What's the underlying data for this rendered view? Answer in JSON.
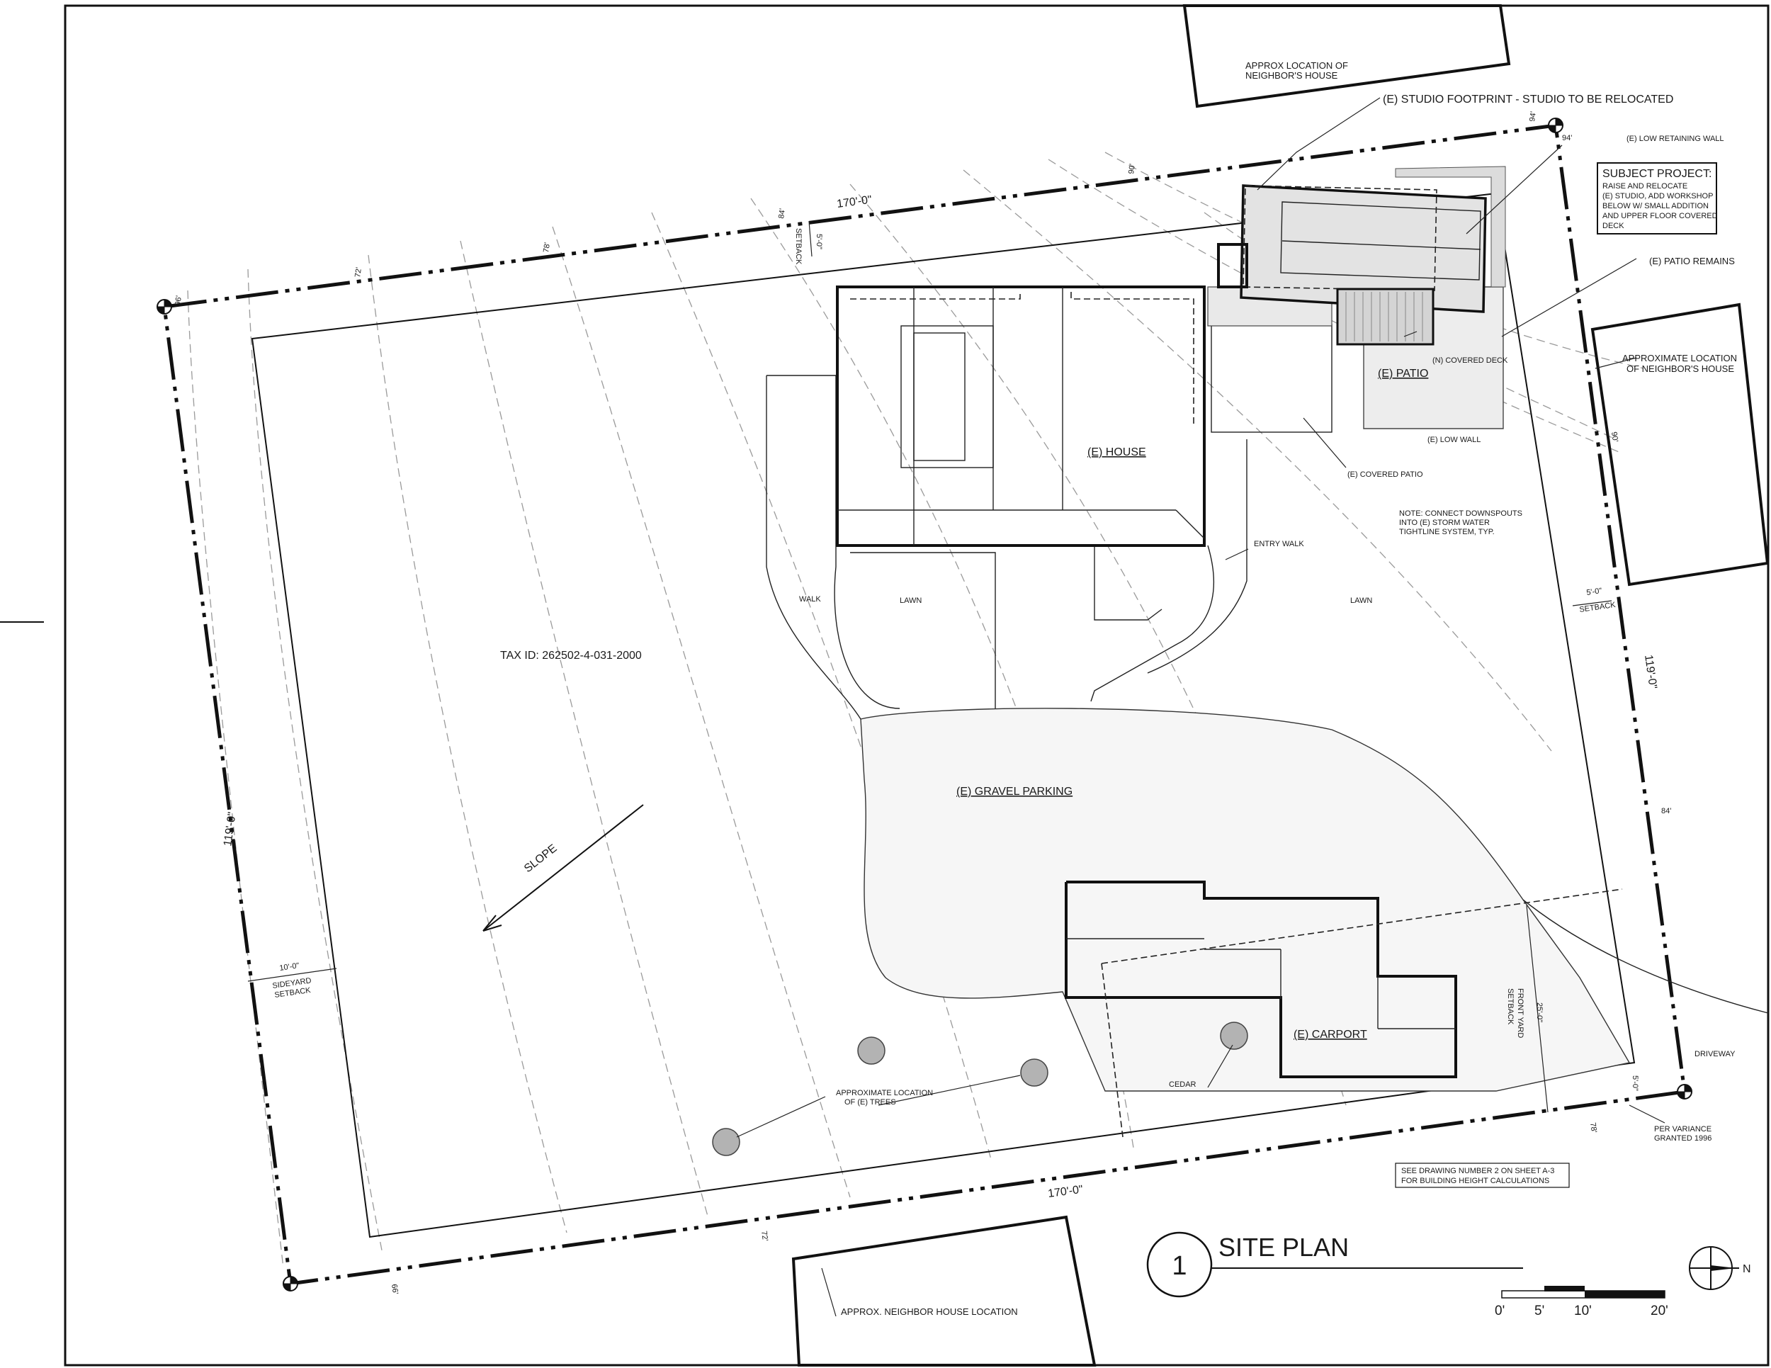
{
  "title": {
    "number": "1",
    "text": "SITE PLAN"
  },
  "scale_bar": [
    "0'",
    "5'",
    "10'",
    "20'"
  ],
  "north_label": "N",
  "labels": {
    "neighbor_top": [
      "APPROX LOCATION OF",
      "NEIGHBOR'S HOUSE"
    ],
    "neighbor_right": [
      "APPROXIMATE LOCATION",
      "OF NEIGHBOR'S HOUSE"
    ],
    "neighbor_bottom": "APPROX. NEIGHBOR HOUSE LOCATION",
    "studio_footprint": "(E) STUDIO FOOTPRINT - STUDIO TO BE RELOCATED",
    "low_retaining_wall": "(E) LOW RETAINING WALL",
    "subject_project_title": "SUBJECT PROJECT:",
    "subject_project_lines": [
      "RAISE AND RELOCATE",
      "(E) STUDIO, ADD WORKSHOP",
      "BELOW W/ SMALL ADDITION",
      "AND UPPER FLOOR COVERED",
      "DECK"
    ],
    "patio_remains": "(E) PATIO REMAINS",
    "covered_deck": "(N) COVERED DECK",
    "patio": "(E) PATIO",
    "low_wall": "(E) LOW WALL",
    "covered_patio": "(E) COVERED PATIO",
    "house": "(E) HOUSE",
    "note_lines": [
      "NOTE: CONNECT DOWNSPOUTS",
      "INTO (E) STORM WATER",
      "TIGHTLINE SYSTEM, TYP."
    ],
    "entry_walk": "ENTRY WALK",
    "walk": "WALK",
    "lawn_left": "LAWN",
    "lawn_right": "LAWN",
    "tax_id": "TAX ID: 262502-4-031-2000",
    "gravel_parking": "(E) GRAVEL  PARKING",
    "slope": "SLOPE",
    "carport": "(E) CARPORT",
    "cedar": "CEDAR",
    "trees": [
      "APPROXIMATE LOCATION",
      "OF (E) TREES"
    ],
    "driveway": "DRIVEWAY",
    "front_yard_setback": [
      "FRONT YARD",
      "SETBACK"
    ],
    "front_dim": "25'-0\"",
    "per_variance": [
      "PER VARIANCE",
      "GRANTED 1996"
    ],
    "height_note": [
      "SEE DRAWING NUMBER 2 ON SHEET A-3",
      "FOR BUILDING HEIGHT CALCULATIONS"
    ],
    "sideyard_dim": "10'-0\"",
    "sideyard_setback": [
      "SIDEYARD",
      "SETBACK"
    ],
    "setback_right_dim": "5'-0\"",
    "setback_right": "SETBACK",
    "setback_top_dim": "5'-0\"",
    "setback_top": "SETBACK",
    "setback_front_small": "5'-0\"",
    "dim_top": "170'-0\"",
    "dim_bottom": "170'-0\"",
    "dim_left": "119'-0\"",
    "dim_right": "119'-0\""
  },
  "elevations": {
    "top_left_corner": "96'",
    "top_72": "72'",
    "top_78": "78'",
    "top_84": "84'",
    "top_90": "90'",
    "top_right_94": "94'",
    "right_94": "94'",
    "right_90": "90'",
    "right_84": "84'",
    "bottom_78": "78'",
    "bottom_72": "72'",
    "bottom_66": "66'"
  }
}
